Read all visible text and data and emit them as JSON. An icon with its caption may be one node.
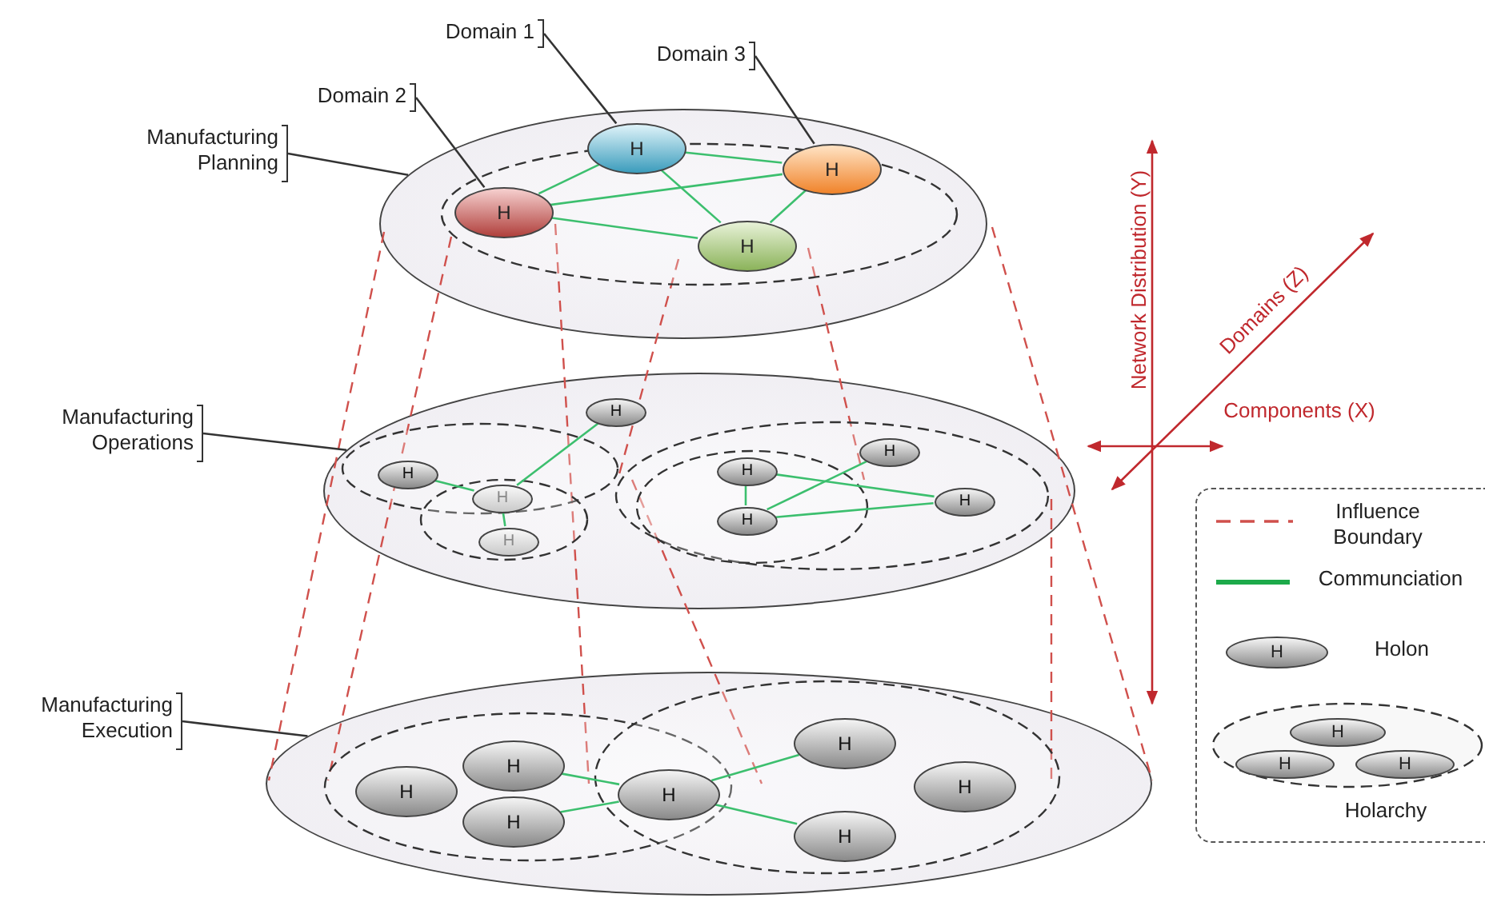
{
  "diagram": {
    "nodes": [
      {
        "text": [
          "Domain 1"
        ]
      },
      {
        "text": [
          "Domain 3"
        ]
      },
      {
        "text": [
          "Domain 2"
        ]
      },
      {
        "text": [
          "Manufacturing Planning"
        ]
      },
      {
        "text": [],
        "shape": "ellipse"
      },
      {
        "text": [
          "H"
        ],
        "in": 4
      },
      {
        "text": [
          "H"
        ],
        "in": 4
      },
      {
        "text": [
          "H"
        ],
        "in": 4
      },
      {
        "text": [
          "H"
        ],
        "in": 4
      },
      {
        "text": [
          "Manufacturing Operations"
        ]
      },
      {
        "text": [],
        "shape": "ellipse"
      },
      {
        "text": [
          "H"
        ],
        "in": 10
      },
      {
        "text": [
          "H"
        ],
        "in": 10
      },
      {
        "text": [
          "H"
        ],
        "in": 10
      },
      {
        "text": [
          "H"
        ],
        "in": 10
      },
      {
        "text": [
          "H"
        ],
        "in": 10
      },
      {
        "text": [
          "H"
        ],
        "in": 10
      },
      {
        "text": [
          "H"
        ],
        "in": 10
      },
      {
        "text": [
          "H"
        ],
        "in": 10
      },
      {
        "text": [
          "Manufacturing Execution"
        ]
      },
      {
        "text": [],
        "shape": "ellipse"
      },
      {
        "text": [
          "H"
        ],
        "in": 20
      },
      {
        "text": [
          "H"
        ],
        "in": 20
      },
      {
        "text": [
          "H"
        ],
        "in": 20
      },
      {
        "text": [
          "H"
        ],
        "in": 20
      },
      {
        "text": [
          "H"
        ],
        "in": 20
      },
      {
        "text": [
          "H"
        ],
        "in": 20
      },
      {
        "text": [
          "H"
        ],
        "in": 20
      }
    ],
    "edges": [
      {
        "from": 0,
        "to": 5,
        "arrow": "none",
        "color": "#333333"
      },
      {
        "from": 1,
        "to": 6,
        "arrow": "none",
        "color": "#333333"
      },
      {
        "from": 2,
        "to": 7,
        "arrow": "none",
        "color": "#333333"
      },
      {
        "from": 3,
        "to": 4,
        "arrow": "none",
        "color": "#333333"
      },
      {
        "from": 5,
        "to": 6,
        "arrow": "none"
      },
      {
        "from": 5,
        "to": 7,
        "arrow": "none"
      },
      {
        "from": 5,
        "to": 8,
        "arrow": "none"
      },
      {
        "from": 7,
        "to": 6,
        "arrow": "none"
      },
      {
        "from": 7,
        "to": 8,
        "arrow": "none"
      },
      {
        "from": 6,
        "to": 8,
        "arrow": "none"
      },
      {
        "from": 9,
        "to": 10,
        "arrow": "none",
        "color": "#333333"
      },
      {
        "from": 12,
        "to": 13,
        "arrow": "none"
      },
      {
        "from": 13,
        "to": 14,
        "arrow": "none"
      },
      {
        "from": 13,
        "to": 11,
        "arrow": "none"
      },
      {
        "from": 16,
        "to": 18,
        "arrow": "none"
      },
      {
        "from": 16,
        "to": 17,
        "arrow": "none"
      },
      {
        "from": 18,
        "to": 17,
        "arrow": "none"
      },
      {
        "from": 18,
        "to": 15,
        "arrow": "none"
      },
      {
        "from": 19,
        "to": 20,
        "arrow": "none",
        "color": "#333333"
      },
      {
        "from": 22,
        "to": 25,
        "arrow": "none"
      },
      {
        "from": 26,
        "to": 25,
        "arrow": "none"
      },
      {
        "from": 25,
        "to": 21,
        "arrow": "none"
      },
      {
        "from": 25,
        "to": 27,
        "arrow": "none"
      }
    ],
    "labels": [
      "Network Distribution (Y)",
      "Domains (Z)",
      "Components (X)",
      "H",
      "H",
      "H",
      "H"
    ],
    "legend": [
      {
        "text": "Influence Boundary"
      },
      {
        "text": "Communciation"
      },
      {
        "text": "Holon"
      },
      {
        "text": "Holarchy"
      }
    ]
  }
}
